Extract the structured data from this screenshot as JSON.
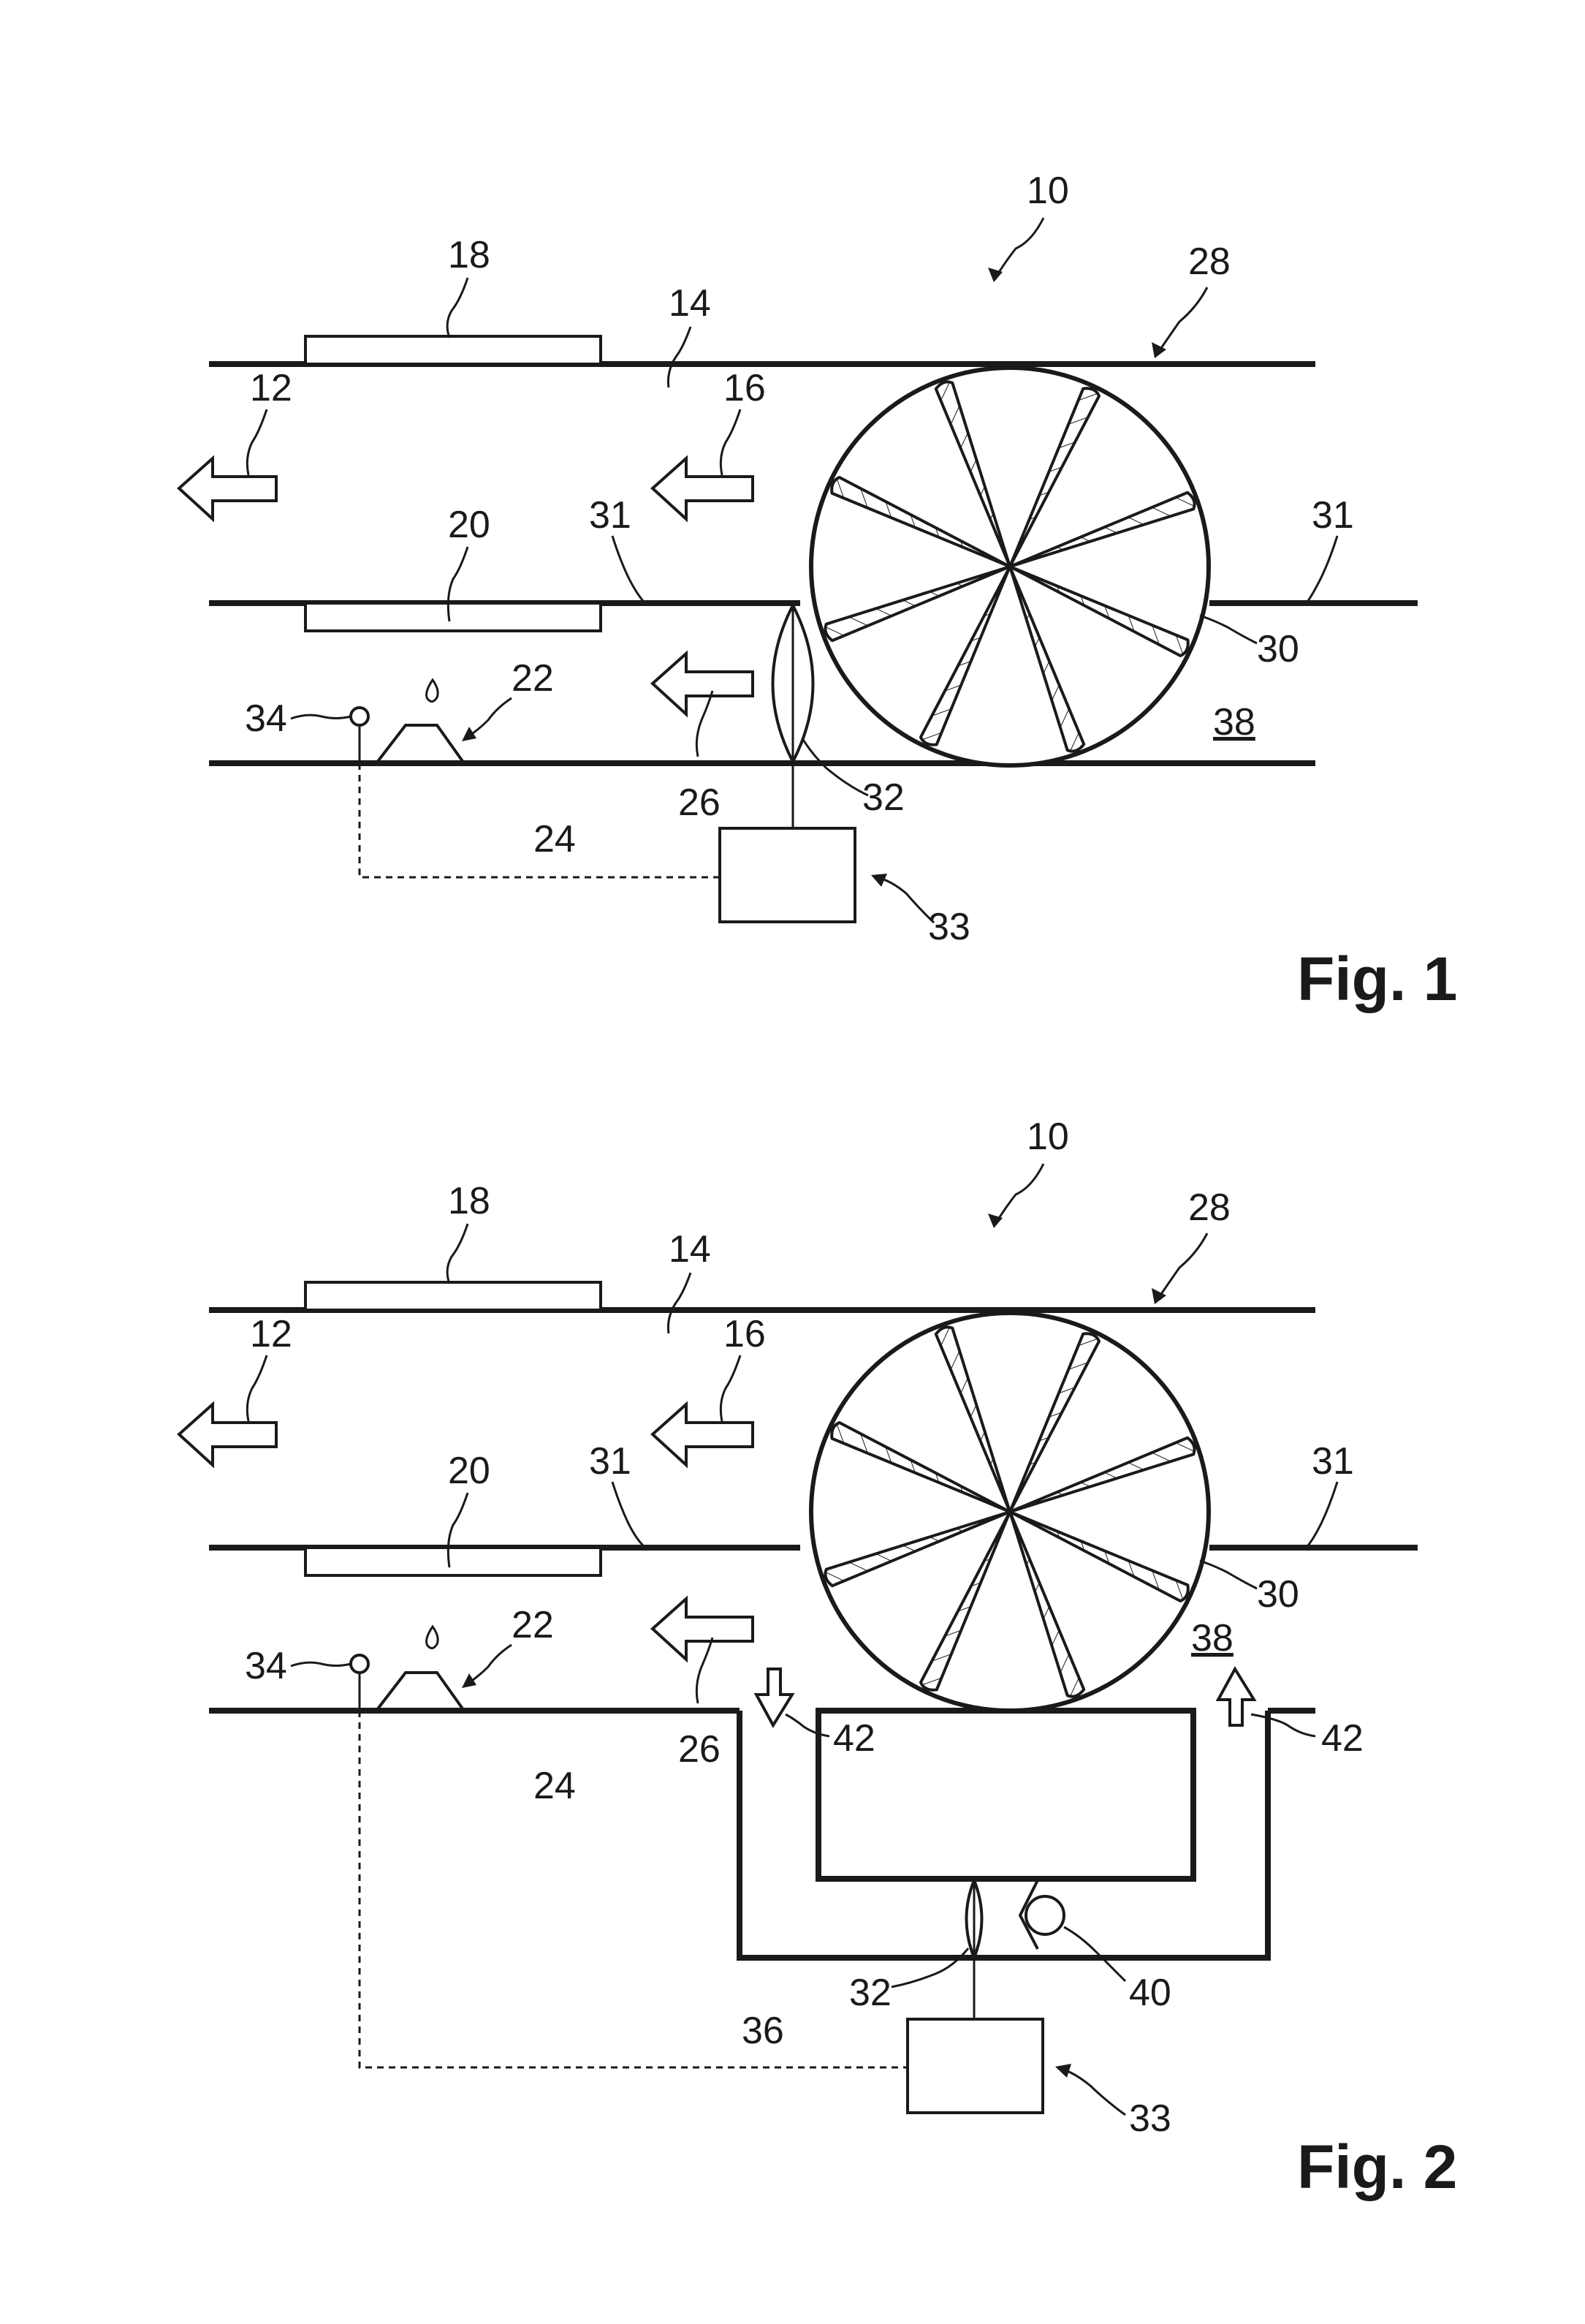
{
  "figures": [
    {
      "label": "Fig. 1",
      "refs": {
        "r10": "10",
        "r12": "12",
        "r14": "14",
        "r16": "16",
        "r18": "18",
        "r20": "20",
        "r22": "22",
        "r24": "24",
        "r26": "26",
        "r28": "28",
        "r30": "30",
        "r31a": "31",
        "r31b": "31",
        "r32": "32",
        "r33": "33",
        "r34": "34",
        "r38": "38"
      }
    },
    {
      "label": "Fig. 2",
      "refs": {
        "r10": "10",
        "r12": "12",
        "r14": "14",
        "r16": "16",
        "r18": "18",
        "r20": "20",
        "r22": "22",
        "r24": "24",
        "r26": "26",
        "r28": "28",
        "r30": "30",
        "r31a": "31",
        "r31b": "31",
        "r32": "32",
        "r33": "33",
        "r34": "34",
        "r36": "36",
        "r38": "38",
        "r40": "40",
        "r42a": "42",
        "r42b": "42"
      }
    }
  ]
}
